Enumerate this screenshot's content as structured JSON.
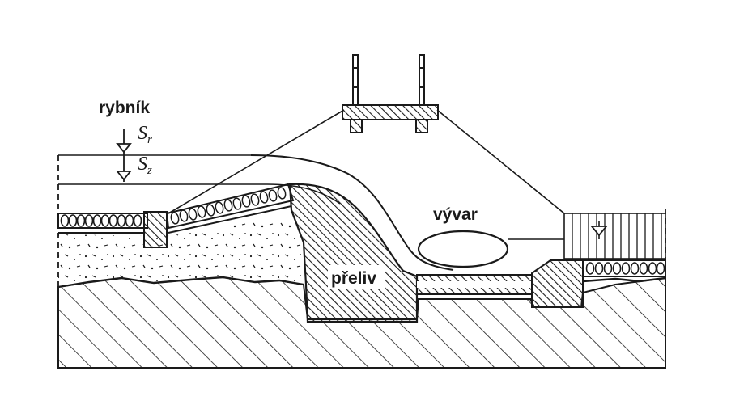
{
  "labels": {
    "pond": "rybník",
    "level_r_letter": "S",
    "level_r_sub": "r",
    "level_z_letter": "S",
    "level_z_sub": "z",
    "stilling_basin": "vývar",
    "spillway": "přeliv"
  },
  "icons": [
    "water-level-marker-icon",
    "water-level-marker-icon",
    "water-level-marker-icon"
  ],
  "colors": {
    "ink": "#1a1a1a",
    "paper": "#ffffff"
  }
}
